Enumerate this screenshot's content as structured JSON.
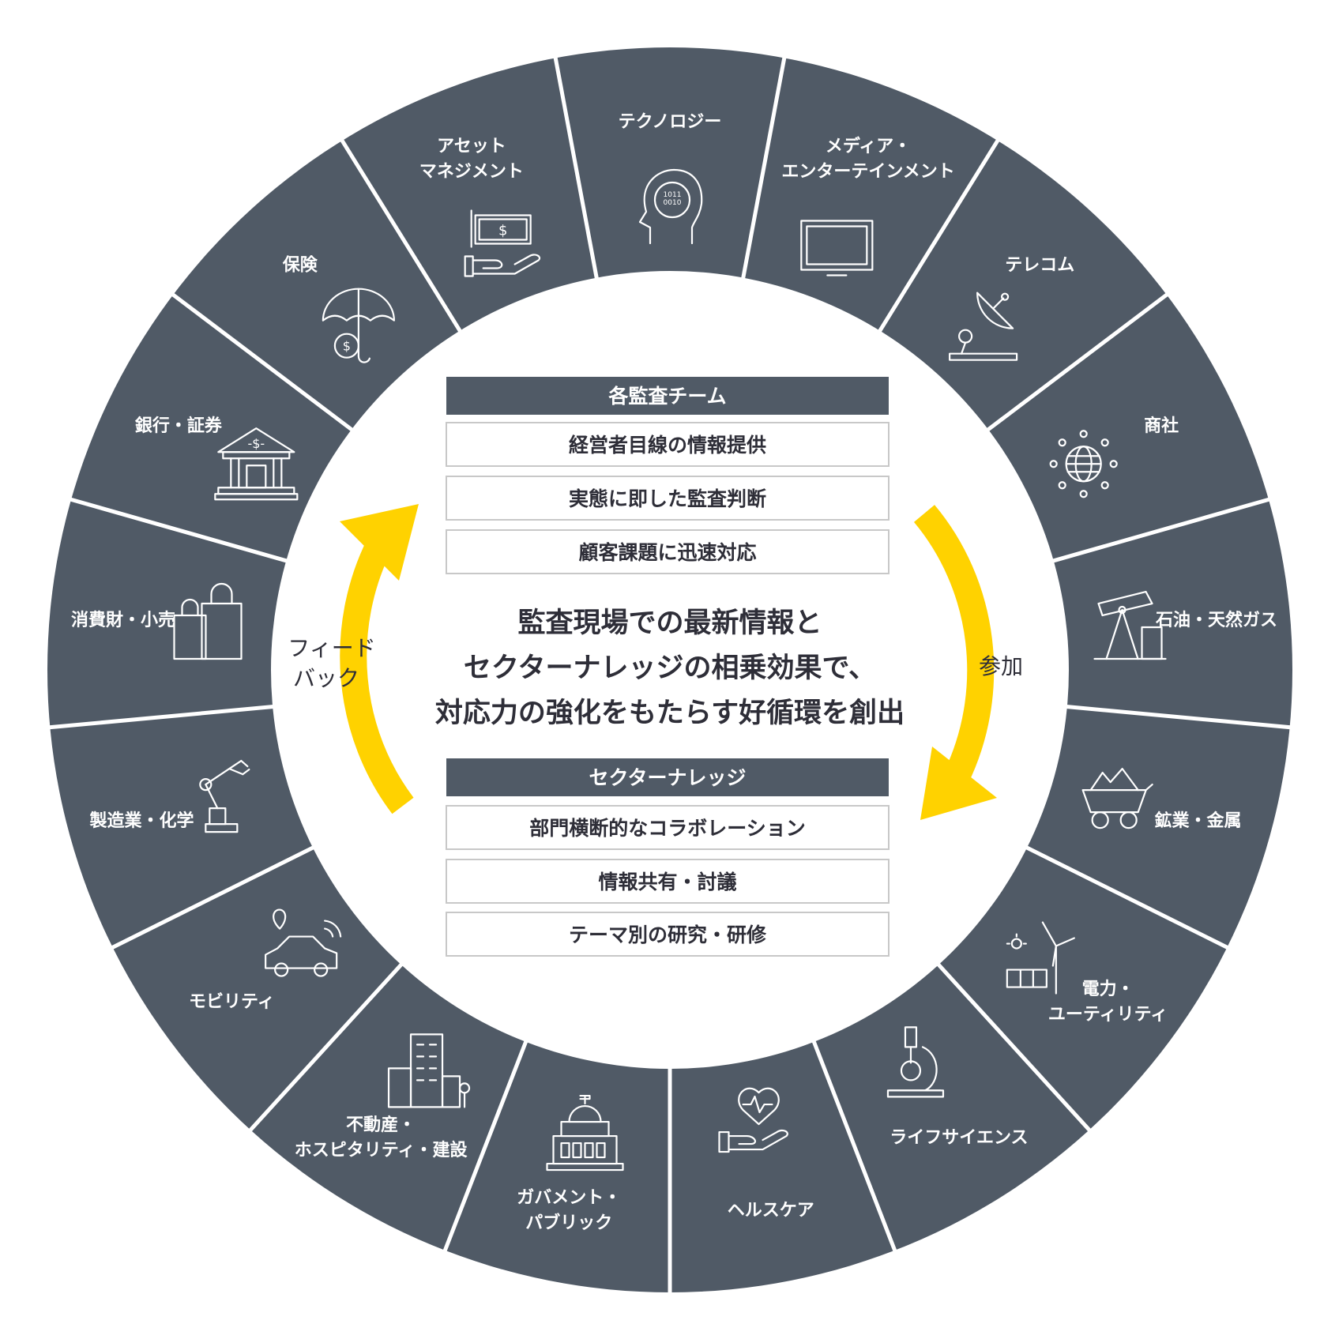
{
  "colors": {
    "ring": "#505a66",
    "divider": "#ffffff",
    "header": "#505a66",
    "accent": "#ffd200",
    "text": "#2e2e38"
  },
  "sectors": [
    {
      "lines": [
        "テクノロジー"
      ],
      "icon": "ai-head-icon"
    },
    {
      "lines": [
        "メディア・",
        "エンターテインメント"
      ],
      "icon": "tv-icon"
    },
    {
      "lines": [
        "テレコム"
      ],
      "icon": "satellite-dish-icon"
    },
    {
      "lines": [
        "商社"
      ],
      "icon": "globe-network-icon"
    },
    {
      "lines": [
        "石油・天然ガス"
      ],
      "icon": "oil-pump-icon"
    },
    {
      "lines": [
        "鉱業・金属"
      ],
      "icon": "mine-cart-icon"
    },
    {
      "lines": [
        "電力・",
        "ユーティリティ"
      ],
      "icon": "wind-solar-icon"
    },
    {
      "lines": [
        "ライフサイエンス"
      ],
      "icon": "microscope-icon"
    },
    {
      "lines": [
        "ヘルスケア"
      ],
      "icon": "heart-hand-icon"
    },
    {
      "lines": [
        "ガバメント・",
        "パブリック"
      ],
      "icon": "capitol-icon"
    },
    {
      "lines": [
        "不動産・",
        "ホスピタリティ・建設"
      ],
      "icon": "buildings-icon"
    },
    {
      "lines": [
        "モビリティ"
      ],
      "icon": "connected-car-icon"
    },
    {
      "lines": [
        "製造業・化学"
      ],
      "icon": "robot-arm-icon"
    },
    {
      "lines": [
        "消費財・小売"
      ],
      "icon": "shopping-bags-icon"
    },
    {
      "lines": [
        "銀行・証券"
      ],
      "icon": "bank-icon"
    },
    {
      "lines": [
        "保険"
      ],
      "icon": "umbrella-coin-icon"
    },
    {
      "lines": [
        "アセット",
        "マネジメント"
      ],
      "icon": "money-hand-icon"
    }
  ],
  "audit_team": {
    "title": "各監査チーム",
    "items": [
      "経営者目線の情報提供",
      "実態に即した監査判断",
      "顧客課題に迅速対応"
    ]
  },
  "center_message": [
    "監査現場での最新情報と",
    "セクターナレッジの相乗効果で、",
    "対応力の強化をもたらす好循環を創出"
  ],
  "sector_knowledge": {
    "title": "セクターナレッジ",
    "items": [
      "部門横断的なコラボレーション",
      "情報共有・討議",
      "テーマ別の研究・研修"
    ]
  },
  "arrows": {
    "left_label": [
      "フィード",
      "バック"
    ],
    "right_label": "参加"
  }
}
